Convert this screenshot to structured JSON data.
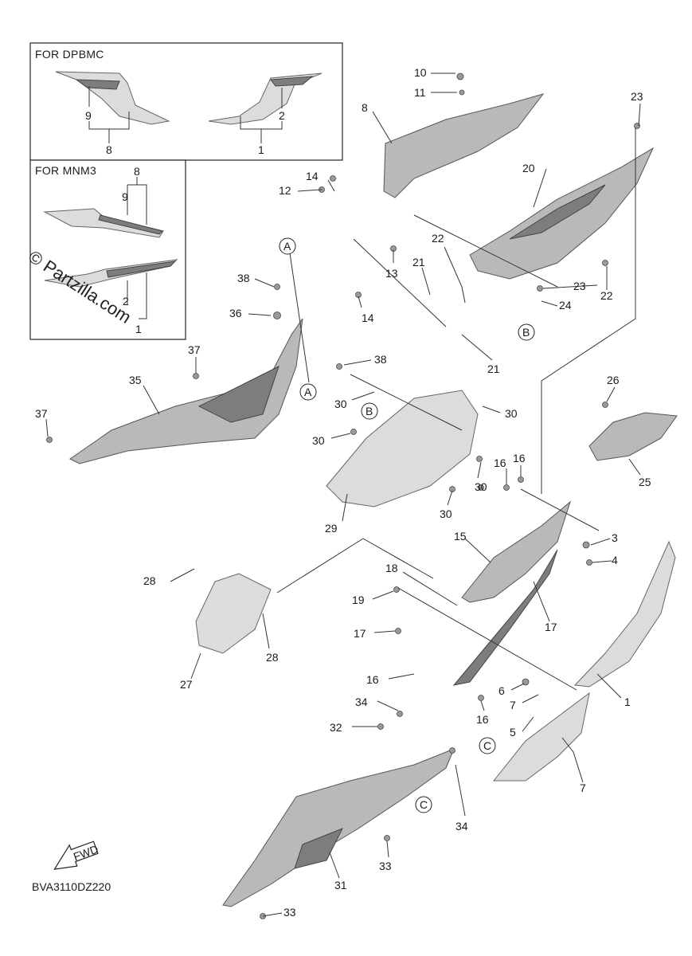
{
  "insets": {
    "dpbmc_title": "FOR DPBMC",
    "mnm3_title": "FOR MNM3"
  },
  "watermark": "© Partzilla.com",
  "diagram_code": "BVA3110DZ220",
  "fwd_label": "FWD",
  "callouts": {
    "A": "A",
    "B": "B",
    "C": "C"
  },
  "labels": {
    "n1": "1",
    "n2": "2",
    "n3": "3",
    "n4": "4",
    "n5": "5",
    "n6": "6",
    "n7": "7",
    "n8": "8",
    "n9": "9",
    "n10": "10",
    "n11": "11",
    "n12": "12",
    "n13": "13",
    "n14": "14",
    "n15": "15",
    "n16": "16",
    "n17": "17",
    "n18": "18",
    "n19": "19",
    "n20": "20",
    "n21": "21",
    "n22": "22",
    "n23": "23",
    "n24": "24",
    "n25": "25",
    "n26": "26",
    "n27": "27",
    "n28": "28",
    "n29": "29",
    "n30": "30",
    "n31": "31",
    "n32": "32",
    "n33": "33",
    "n34": "34",
    "n35": "35",
    "n36": "36",
    "n37": "37",
    "n38": "38"
  },
  "colors": {
    "line": "#333333",
    "part": "#b9b9b9",
    "part_dark": "#7d7d7d"
  }
}
